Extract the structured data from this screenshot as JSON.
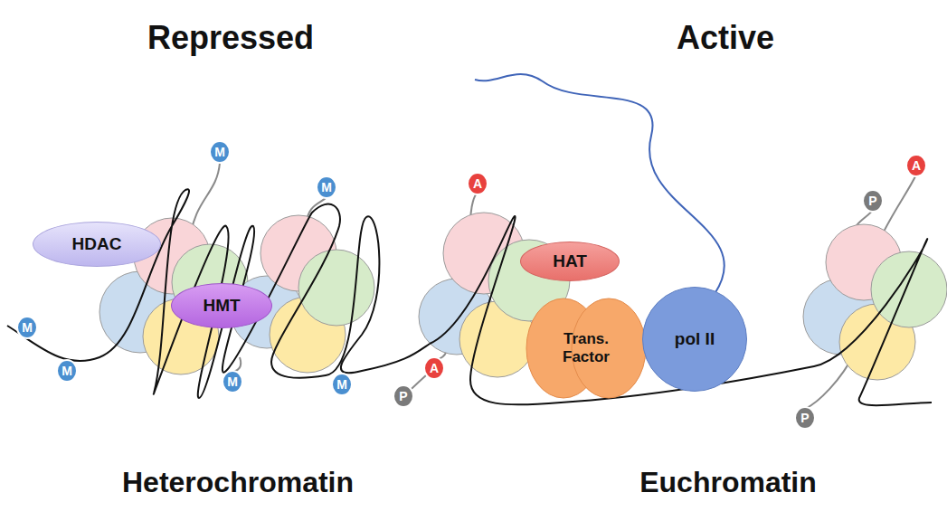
{
  "diagram": {
    "nodes": [
      {
        "text": [
          "M"
        ]
      },
      {
        "text": [
          "A"
        ]
      },
      {
        "text": [
          "M"
        ]
      },
      {
        "text": [
          "A"
        ]
      },
      {
        "text": [
          "P"
        ]
      },
      {
        "text": [
          "HDAC"
        ]
      },
      {
        "text": [
          "HAT"
        ]
      },
      {
        "text": [
          "HMT"
        ]
      },
      {
        "text": [
          "Trans. Factor"
        ]
      },
      {
        "text": [
          "pol II"
        ]
      },
      {
        "text": [
          "M"
        ]
      },
      {
        "text": [
          "A"
        ]
      },
      {
        "text": [
          "M"
        ]
      },
      {
        "text": [
          "M"
        ]
      },
      {
        "text": [
          "M"
        ]
      },
      {
        "text": [
          "P"
        ]
      },
      {
        "text": [
          "P"
        ]
      }
    ],
    "labels": [
      "Repressed",
      "Active",
      "Heterochromatin",
      "Euchromatin"
    ]
  }
}
